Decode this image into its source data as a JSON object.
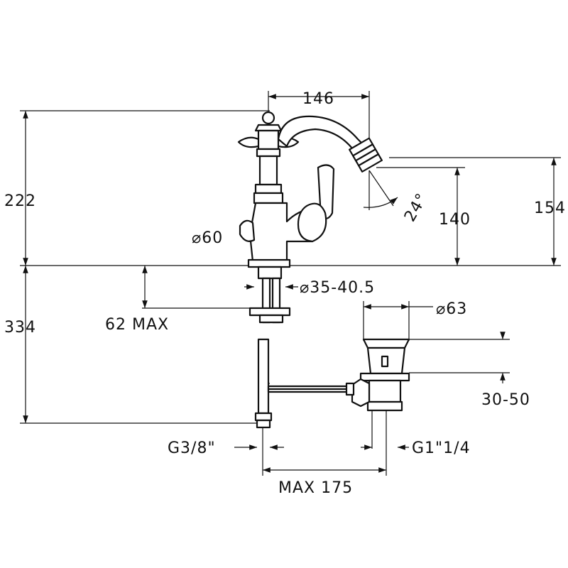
{
  "dimensions": {
    "width_top": "146",
    "height_total_upper": "222",
    "height_spout_outer": "154",
    "height_spout_inner": "140",
    "angle": "24°",
    "base_diameter": "⌀60",
    "hole_diameter": "⌀35-40.5",
    "thickness_max": "62 MAX",
    "height_lower": "334",
    "waste_diameter": "⌀63",
    "waste_range": "30-50",
    "thread_supply": "G3/8\"",
    "thread_waste": "G1\"1/4",
    "rod_length_max": "MAX 175"
  }
}
